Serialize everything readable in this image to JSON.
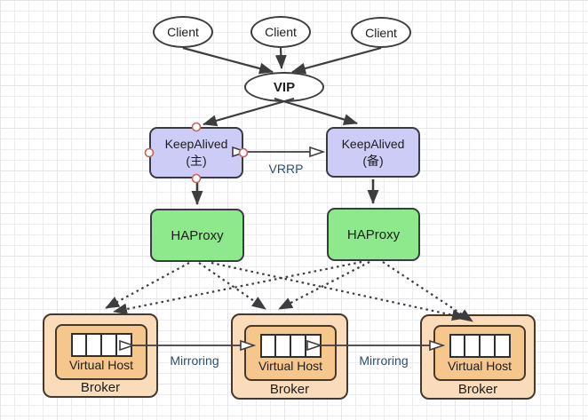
{
  "nodes": {
    "clients": [
      {
        "label": "Client"
      },
      {
        "label": "Client"
      },
      {
        "label": "Client"
      }
    ],
    "vip": {
      "label": "VIP"
    },
    "keepalived_master": {
      "title": "KeepAlived",
      "subtitle": "(主)"
    },
    "keepalived_backup": {
      "title": "KeepAlived",
      "subtitle": "(备)"
    },
    "haproxy_left": {
      "label": "HAProxy"
    },
    "haproxy_right": {
      "label": "HAProxy"
    },
    "brokers": [
      {
        "virtual_host_label": "Virtual Host",
        "broker_label": "Broker",
        "queue_slots": 4
      },
      {
        "virtual_host_label": "Virtual Host",
        "broker_label": "Broker",
        "queue_slots": 4
      },
      {
        "virtual_host_label": "Virtual Host",
        "broker_label": "Broker",
        "queue_slots": 4
      }
    ]
  },
  "edges": {
    "vrrp_label": "VRRP",
    "mirroring_labels": [
      "Mirroring",
      "Mirroring"
    ]
  },
  "colors": {
    "keepalived_fill": "#cdccf6",
    "haproxy_fill": "#8ee88c",
    "broker_outer_fill": "#fbdcba",
    "broker_inner_fill": "#f6c78d",
    "line": "#3d3d3d",
    "edge_label_text": "#2f4f6f",
    "connection_handle": "#c4655b",
    "grid_line": "#e4e4ea"
  }
}
